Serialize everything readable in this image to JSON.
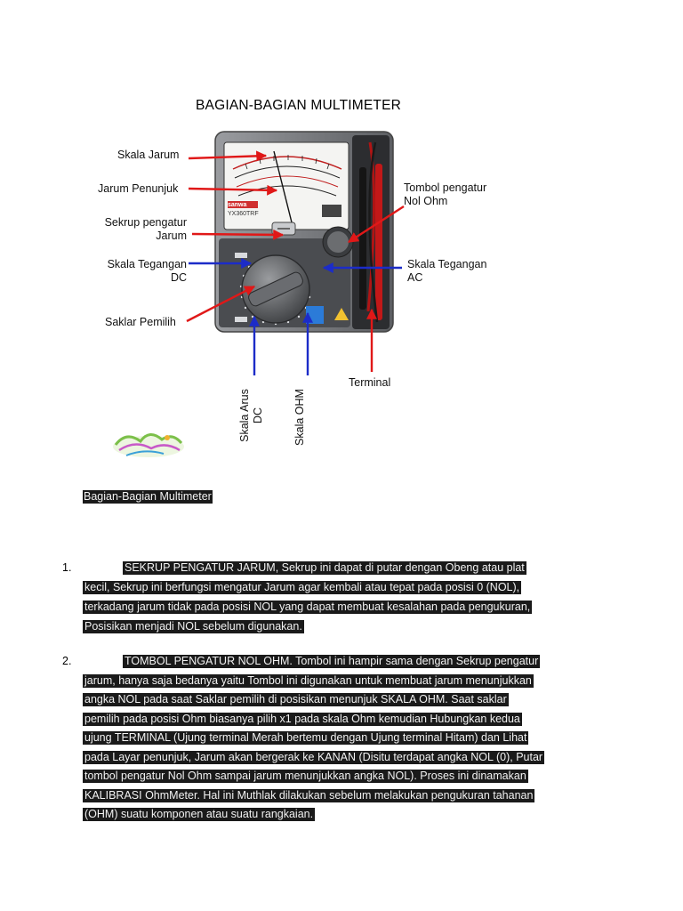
{
  "figure": {
    "title": "BAGIAN-BAGIAN MULTIMETER",
    "labels": {
      "skala_jarum": "Skala Jarum",
      "jarum_penunjuk": "Jarum Penunjuk",
      "sekrup_line1": "Sekrup pengatur",
      "sekrup_line2": "Jarum",
      "skala_dc_line1": "Skala Tegangan",
      "skala_dc_line2": "DC",
      "saklar": "Saklar Pemilih",
      "tombol_line1": "Tombol pengatur",
      "tombol_line2": "Nol Ohm",
      "skala_ac_line1": "Skala Tegangan",
      "skala_ac_line2": "AC",
      "terminal": "Terminal",
      "arus_line1": "Skala Arus",
      "arus_line2": "DC",
      "ohm": "Skala OHM"
    },
    "device": {
      "brand": "sanwa",
      "model": "YX360TRF"
    },
    "colors": {
      "red_arrow": "#e01818",
      "blue_arrow": "#1c2cc8",
      "case": "#7a7c80",
      "case_dark": "#55575a"
    }
  },
  "caption": "Bagian-Bagian Multimeter",
  "items": [
    {
      "number": "1.",
      "lines": [
        "SEKRUP PENGATUR JARUM, Sekrup ini dapat di putar dengan Obeng atau plat",
        "kecil, Sekrup ini berfungsi mengatur Jarum agar kembali atau tepat pada posisi 0 (NOL),",
        "terkadang jarum tidak pada posisi NOL yang dapat membuat kesalahan pada pengukuran,",
        "Posisikan menjadi NOL sebelum digunakan."
      ]
    },
    {
      "number": "2.",
      "lines": [
        "TOMBOL PENGATUR NOL OHM. Tombol ini hampir sama dengan Sekrup pengatur",
        "jarum, hanya saja bedanya yaitu Tombol ini digunakan untuk membuat jarum menunjukkan",
        "angka NOL pada saat Saklar pemilih di posisikan menunjuk SKALA OHM. Saat saklar",
        "pemilih pada posisi Ohm biasanya pilih x1 pada skala Ohm kemudian Hubungkan kedua",
        "ujung TERMINAL (Ujung terminal Merah bertemu dengan Ujung terminal Hitam) dan Lihat",
        "pada Layar penunjuk, Jarum akan bergerak ke KANAN (Disitu terdapat angka NOL (0), Putar",
        "tombol pengatur Nol Ohm sampai jarum menunjukkan angka NOL). Proses ini dinamakan",
        "KALIBRASI OhmMeter. Hal ini Muthlak dilakukan sebelum melakukan pengukuran tahanan",
        "(OHM) suatu komponen atau suatu rangkaian."
      ]
    }
  ]
}
